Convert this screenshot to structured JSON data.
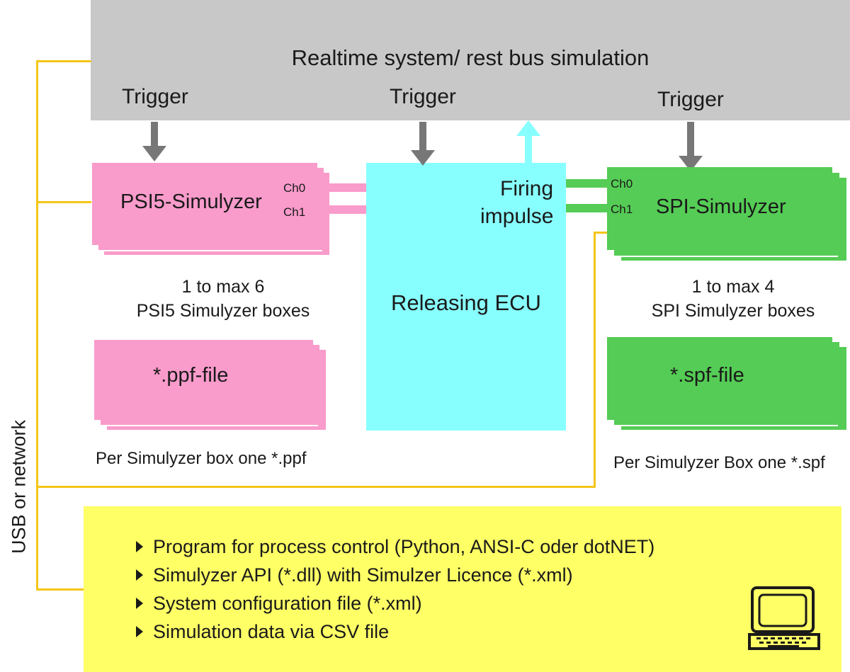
{
  "rest_bus": {
    "title": "Realtime system/ rest bus simulation"
  },
  "triggers": [
    "Trigger",
    "Trigger",
    "Trigger"
  ],
  "psi5": {
    "name": "PSI5-Simulyzer",
    "ch0": "Ch0",
    "ch1": "Ch1",
    "count_line1": "1 to max 6",
    "count_line2": "PSI5 Simulyzer boxes",
    "file": "*.ppf-file",
    "file_note": "Per Simulyzer box one  *.ppf",
    "color": "#f99bcb"
  },
  "ecu": {
    "name": "Releasing ECU",
    "firing_line1": "Firing",
    "firing_line2": "impulse",
    "color": "#88ffff"
  },
  "spi": {
    "name": "SPI-Simulyzer",
    "ch0": "Ch0",
    "ch1": "Ch1",
    "count_line1": "1 to max 4",
    "count_line2": "SPI Simulyzer boxes",
    "file": "*.spf-file",
    "file_note": "Per Simulyzer Box one *.spf",
    "color": "#55cc55"
  },
  "connection_label": "USB or network",
  "pc_panel": {
    "items": [
      "Program for process control (Python, ANSI-C oder dotNET)",
      "Simulyzer API (*.dll) with Simulzer Licence (*.xml)",
      "System configuration file (*.xml)",
      "Simulation data via CSV file"
    ],
    "icon": "laptop-icon",
    "color": "#ffff66"
  },
  "colors": {
    "rest_bus": "#c8c8c8",
    "arrow": "#777777",
    "wire": "#f5c518"
  }
}
